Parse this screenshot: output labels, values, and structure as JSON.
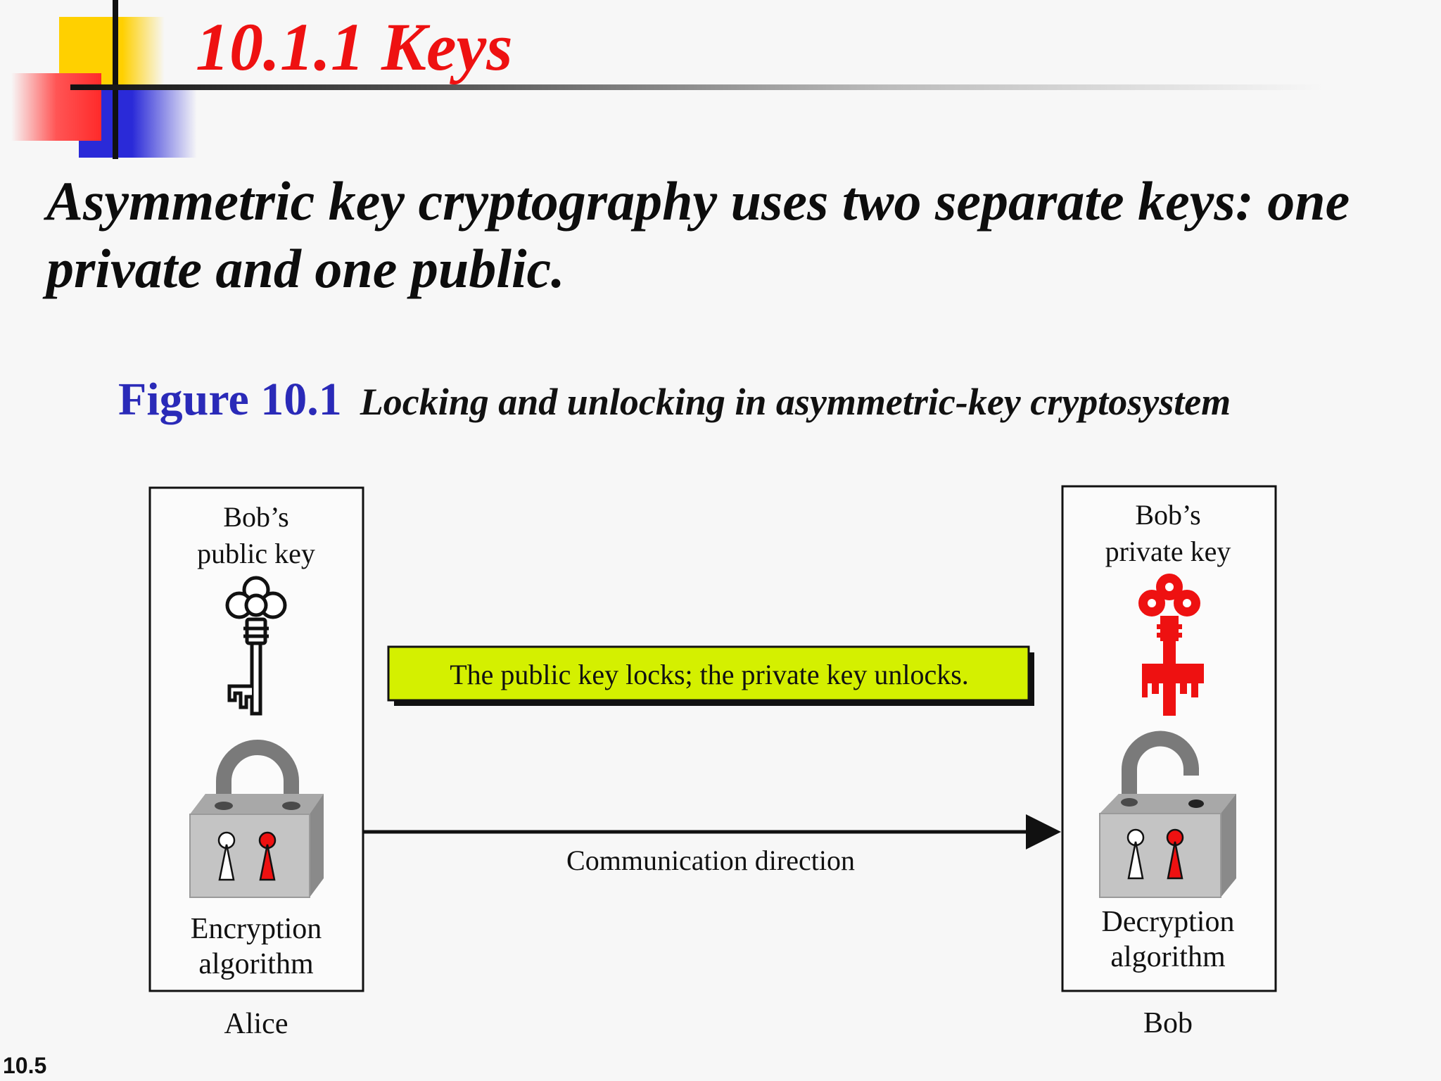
{
  "slide": {
    "section_title": "10.1.1  Keys",
    "statement": "Asymmetric key cryptography uses two separate keys: one private and one public.",
    "figure_number": "Figure 10.1",
    "figure_caption": "Locking and unlocking in asymmetric-key cryptosystem",
    "slide_number": "10.5"
  },
  "diagram": {
    "sender_box": {
      "key_label_line1": "Bob’s",
      "key_label_line2": "public key",
      "algorithm_line1": "Encryption",
      "algorithm_line2": "algorithm",
      "party": "Alice"
    },
    "receiver_box": {
      "key_label_line1": "Bob’s",
      "key_label_line2": "private key",
      "algorithm_line1": "Decryption",
      "algorithm_line2": "algorithm",
      "party": "Bob"
    },
    "note": "The public key locks; the private key unlocks.",
    "arrow_label": "Communication direction"
  },
  "colors": {
    "title_red": "#ee1111",
    "figure_blue": "#2a2ab8",
    "note_background": "#d4f000",
    "private_key_red": "#ee1111",
    "lock_gray": "#bdbdbd",
    "deco_yellow": "#ffd000",
    "deco_blue": "#2a2ad8",
    "deco_red": "#ff3333"
  },
  "icons": [
    "public-key-icon",
    "private-key-icon",
    "closed-padlock-icon",
    "open-padlock-icon",
    "keyhole-icon"
  ]
}
